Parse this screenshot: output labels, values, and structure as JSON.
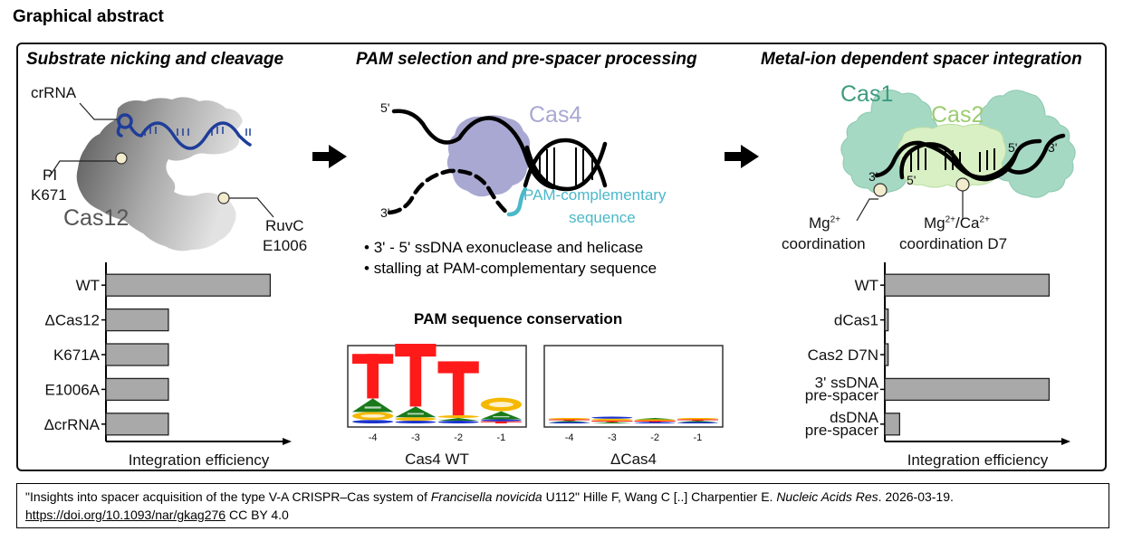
{
  "page_title": "Graphical abstract",
  "panels": {
    "left": {
      "title": "Substrate nicking and cleavage",
      "labels": {
        "crrna": "crRNA",
        "pi": "PI",
        "k671": "K671",
        "protein": "Cas12",
        "ruvc": "RuvC",
        "e1006": "E1006"
      }
    },
    "middle": {
      "title": "PAM selection and pre-spacer processing",
      "labels": {
        "five_prime": "5'",
        "three_prime": "3'",
        "protein": "Cas4",
        "pam_line1": "PAM-complementary",
        "pam_line2": "sequence"
      },
      "bullets": [
        "3' - 5' ssDNA exonuclease and helicase",
        "stalling at PAM-complementary sequence"
      ],
      "logo_title": "PAM sequence conservation"
    },
    "right": {
      "title": "Metal-ion dependent spacer integration",
      "labels": {
        "cas1": "Cas1",
        "cas2": "Cas2",
        "three_prime_left": "3'",
        "five_prime_left": "5'",
        "five_prime_right": "5'",
        "three_prime_right": "3'",
        "mg_left": "Mg",
        "mg_left_sup": "2+",
        "coord_left": "coordination",
        "mg_right": "Mg",
        "mg_right_sup": "2+",
        "ca_right": "/Ca",
        "ca_right_sup": "2+",
        "coord_right": "coordination D7"
      }
    }
  },
  "arrows": [
    "arrow-right",
    "arrow-right"
  ],
  "colors": {
    "crrna_blue": "#1f3d99",
    "cas4_purple": "#a9a8d2",
    "pam_cyan": "#4bb8c9",
    "cas1_green": "#a6d9c4",
    "cas2_green": "#d9f0c4",
    "cas1_label": "#3f9b7f",
    "cas2_label": "#9ccc72",
    "bar_fill": "#a9a9a9",
    "logo_T": "#ff1a1a",
    "logo_A": "#1a7a1a",
    "logo_G": "#f5b800",
    "logo_C": "#1a33cc",
    "license_link": "#1a3bd6"
  },
  "chart_data": [
    {
      "type": "bar",
      "orientation": "horizontal",
      "title": "",
      "categories": [
        "WT",
        "ΔCas12",
        "K671A",
        "E1006A",
        "ΔcrRNA"
      ],
      "values": [
        1.0,
        0.38,
        0.38,
        0.38,
        0.38
      ],
      "xlabel": "Integration efficiency",
      "ylabel": "",
      "xlim": [
        0,
        1.13
      ],
      "units": "relative (no numeric axis)",
      "grid": false
    },
    {
      "type": "bar",
      "orientation": "horizontal",
      "title": "",
      "categories": [
        "WT",
        "dCas1",
        "Cas2 D7N",
        "3' ssDNA pre-spacer",
        "dsDNA pre-spacer"
      ],
      "category_lines": [
        [
          "WT"
        ],
        [
          "dCas1"
        ],
        [
          "Cas2 D7N"
        ],
        [
          "3' ssDNA",
          "pre-spacer"
        ],
        [
          "dsDNA",
          "pre-spacer"
        ]
      ],
      "values": [
        1.0,
        0.02,
        0.02,
        1.0,
        0.09
      ],
      "xlabel": "Integration efficiency",
      "ylabel": "",
      "xlim": [
        0,
        1.13
      ],
      "units": "relative (no numeric axis)",
      "grid": false
    },
    {
      "type": "sequence-logo",
      "title": "PAM sequence conservation",
      "xlabel": "Cas4 WT",
      "positions": [
        "-4",
        "-3",
        "-2",
        "-1"
      ],
      "stacks": [
        [
          {
            "base": "C",
            "bits": 0.05
          },
          {
            "base": "G",
            "bits": 0.12
          },
          {
            "base": "A",
            "bits": 0.2
          },
          {
            "base": "T",
            "bits": 0.66
          }
        ],
        [
          {
            "base": "C",
            "bits": 0.04
          },
          {
            "base": "G",
            "bits": 0.05
          },
          {
            "base": "A",
            "bits": 0.16
          },
          {
            "base": "T",
            "bits": 0.95
          }
        ],
        [
          {
            "base": "C",
            "bits": 0.04
          },
          {
            "base": "A",
            "bits": 0.04
          },
          {
            "base": "G",
            "bits": 0.04
          },
          {
            "base": "T",
            "bits": 0.8
          }
        ],
        [
          {
            "base": "T",
            "bits": 0.03
          },
          {
            "base": "C",
            "bits": 0.03
          },
          {
            "base": "A",
            "bits": 0.12
          },
          {
            "base": "G",
            "bits": 0.2
          }
        ]
      ],
      "ylim": [
        0,
        1.1
      ]
    },
    {
      "type": "sequence-logo",
      "title": "",
      "xlabel": "ΔCas4",
      "positions": [
        "-4",
        "-3",
        "-2",
        "-1"
      ],
      "stacks": [
        [
          {
            "base": "C",
            "bits": 0.02
          },
          {
            "base": "A",
            "bits": 0.02
          },
          {
            "base": "T",
            "bits": 0.02
          },
          {
            "base": "G",
            "bits": 0.02
          }
        ],
        [
          {
            "base": "A",
            "bits": 0.02
          },
          {
            "base": "T",
            "bits": 0.02
          },
          {
            "base": "G",
            "bits": 0.03
          },
          {
            "base": "C",
            "bits": 0.03
          }
        ],
        [
          {
            "base": "C",
            "bits": 0.02
          },
          {
            "base": "T",
            "bits": 0.02
          },
          {
            "base": "G",
            "bits": 0.02
          },
          {
            "base": "A",
            "bits": 0.02
          }
        ],
        [
          {
            "base": "C",
            "bits": 0.02
          },
          {
            "base": "A",
            "bits": 0.02
          },
          {
            "base": "T",
            "bits": 0.02
          },
          {
            "base": "G",
            "bits": 0.02
          }
        ]
      ],
      "ylim": [
        0,
        1.1
      ]
    }
  ],
  "caption": {
    "title_before_italic": "\"Insights into spacer acquisition of the type V-A CRISPR–Cas system of ",
    "italic_species": "Francisella novicida",
    "title_after_italic": " U112\" Hille F, Wang C [..] Charpentier E. ",
    "journal": "Nucleic Acids Res",
    "date": ". 2026-03-19.",
    "doi_link": "https://doi.org/10.1093/nar/gkag276",
    "license": "CC BY 4.0"
  }
}
